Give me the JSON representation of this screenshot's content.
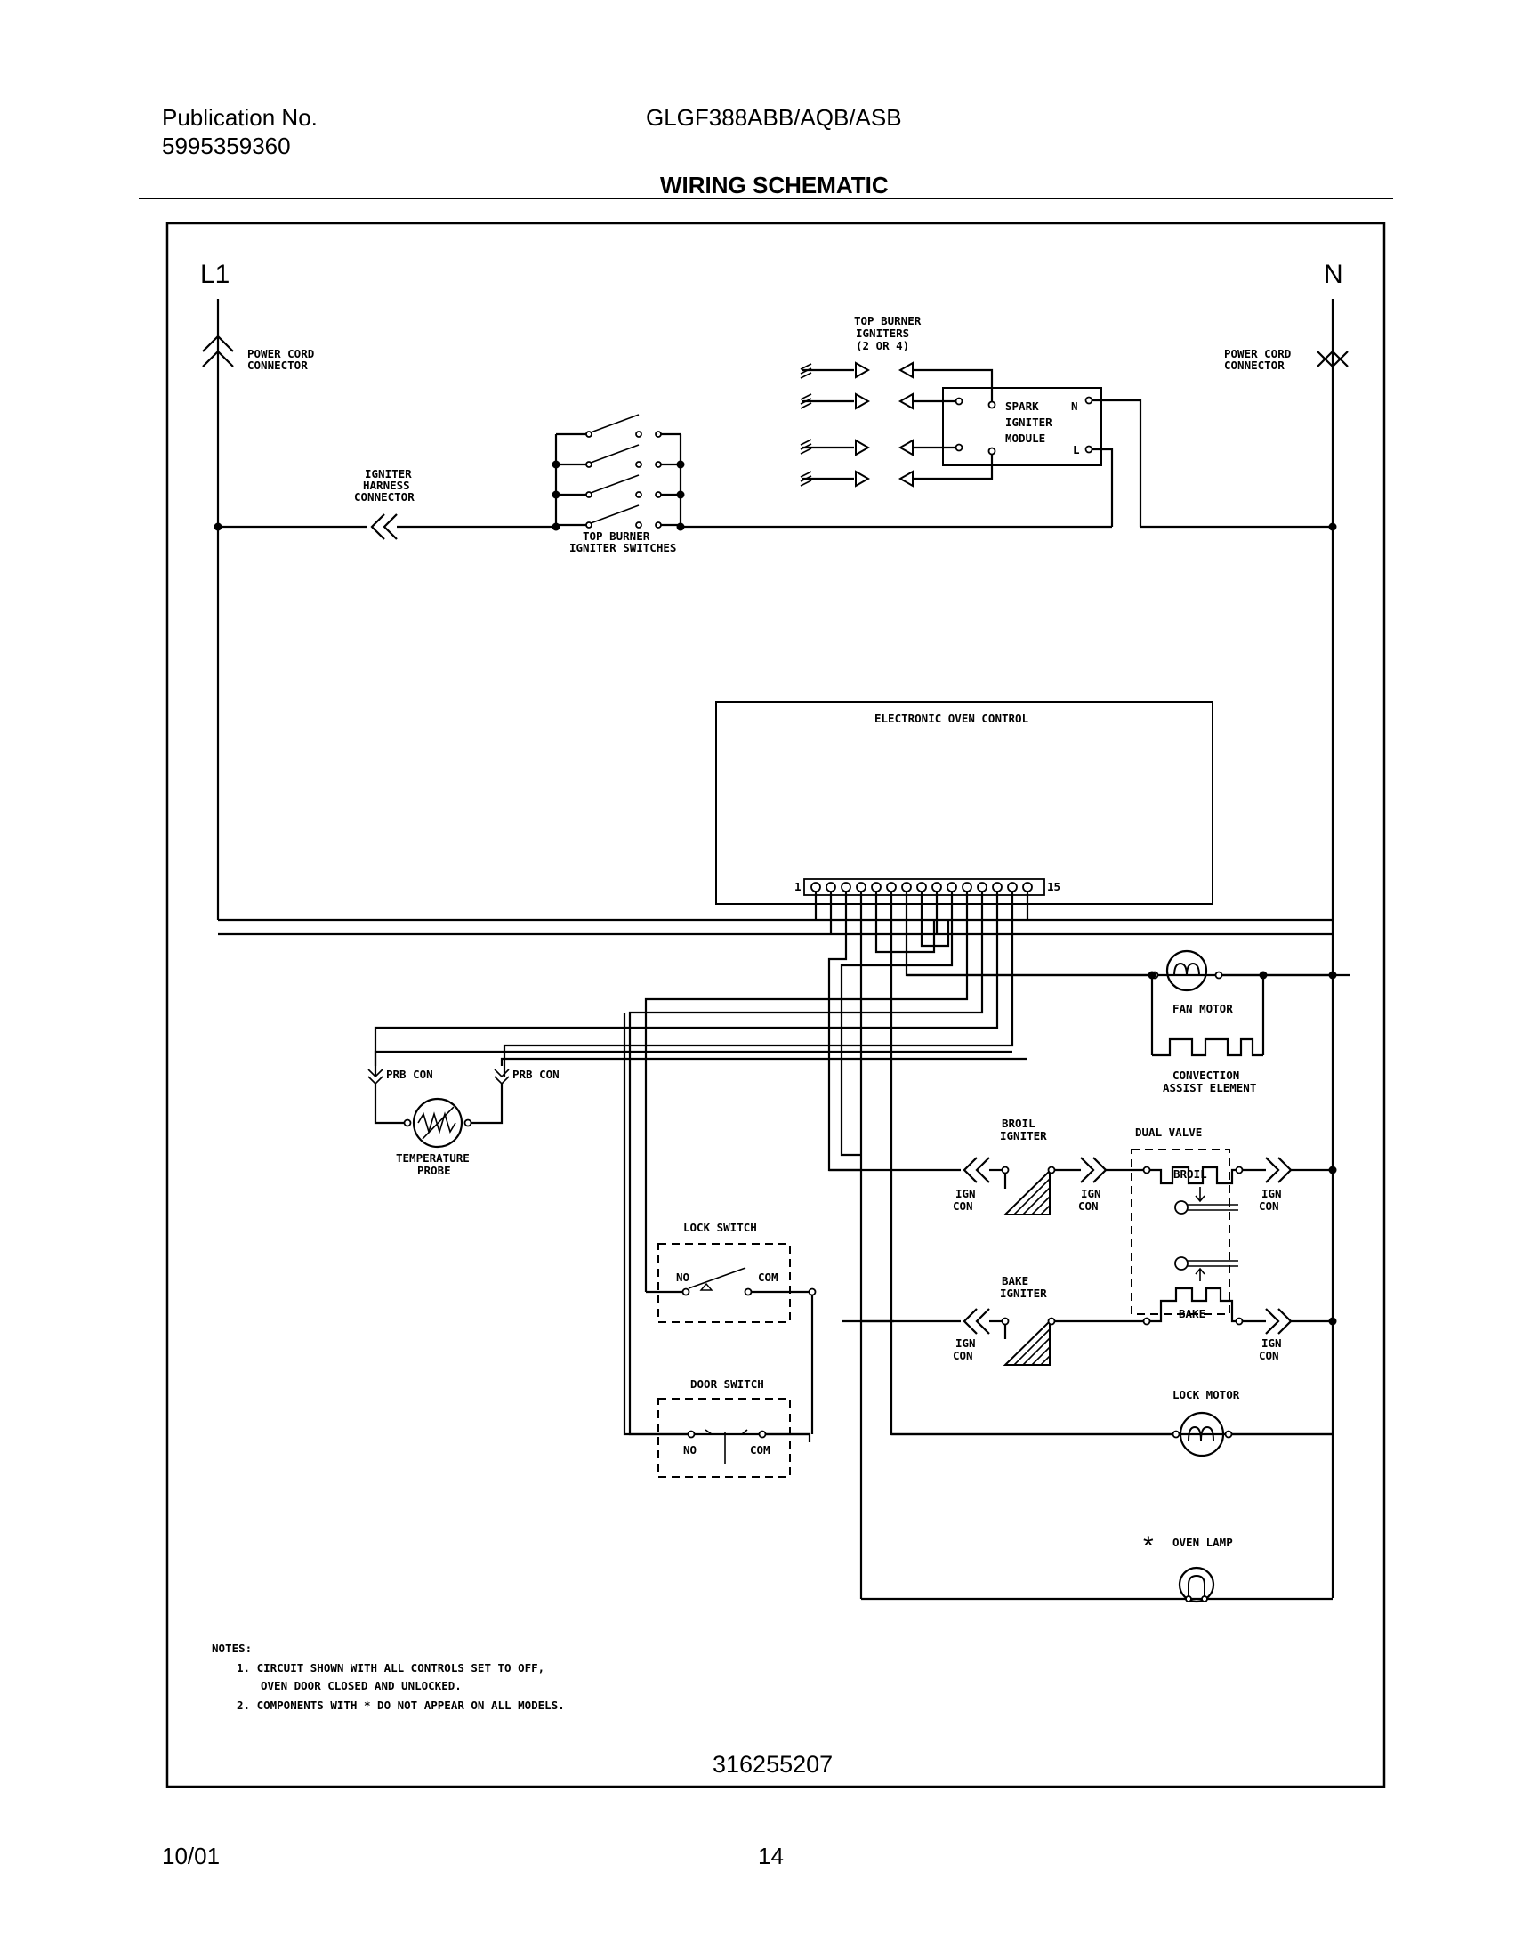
{
  "header": {
    "publication_label": "Publication No.",
    "publication_number": "5995359360",
    "model": "GLGF388ABB/AQB/ASB",
    "title": "WIRING SCHEMATIC"
  },
  "footer": {
    "date": "10/01",
    "page": "14"
  },
  "diagram": {
    "line_l1": "L1",
    "line_n": "N",
    "power_cord_left": [
      "POWER CORD",
      "CONNECTOR"
    ],
    "power_cord_right": [
      "POWER CORD",
      "CONNECTOR"
    ],
    "igniter_harness": [
      "IGNITER",
      "HARNESS",
      "CONNECTOR"
    ],
    "top_burner_switches": [
      "TOP BURNER",
      "IGNITER SWITCHES"
    ],
    "top_burner_igniters": [
      "TOP BURNER",
      "IGNITERS",
      "(2 OR 4)"
    ],
    "spark_module": [
      "SPARK",
      "IGNITER",
      "MODULE"
    ],
    "spark_n": "N",
    "spark_l": "L",
    "eoc": "ELECTRONIC OVEN CONTROL",
    "pin_first": "1",
    "pin_last": "15",
    "fan_motor": "FAN MOTOR",
    "convection": [
      "CONVECTION",
      "ASSIST ELEMENT"
    ],
    "prb_con": "PRB CON",
    "temp_probe": [
      "TEMPERATURE",
      "PROBE"
    ],
    "broil_igniter": [
      "BROIL",
      "IGNITER"
    ],
    "bake_igniter": [
      "BAKE",
      "IGNITER"
    ],
    "dual_valve": "DUAL VALVE",
    "broil": "BROIL",
    "bake": "BAKE",
    "ign_con": [
      "IGN",
      "CON"
    ],
    "lock_switch": "LOCK SWITCH",
    "door_switch": "DOOR SWITCH",
    "no": "NO",
    "com": "COM",
    "lock_motor": "LOCK MOTOR",
    "oven_lamp": "OVEN LAMP",
    "asterisk": "*",
    "part_number": "316255207",
    "notes_title": "NOTES:",
    "note1_line1": "1.  CIRCUIT SHOWN WITH ALL CONTROLS SET TO OFF,",
    "note1_line2": "OVEN DOOR CLOSED AND UNLOCKED.",
    "note2": "2.  COMPONENTS WITH  *  DO NOT APPEAR ON ALL MODELS."
  }
}
